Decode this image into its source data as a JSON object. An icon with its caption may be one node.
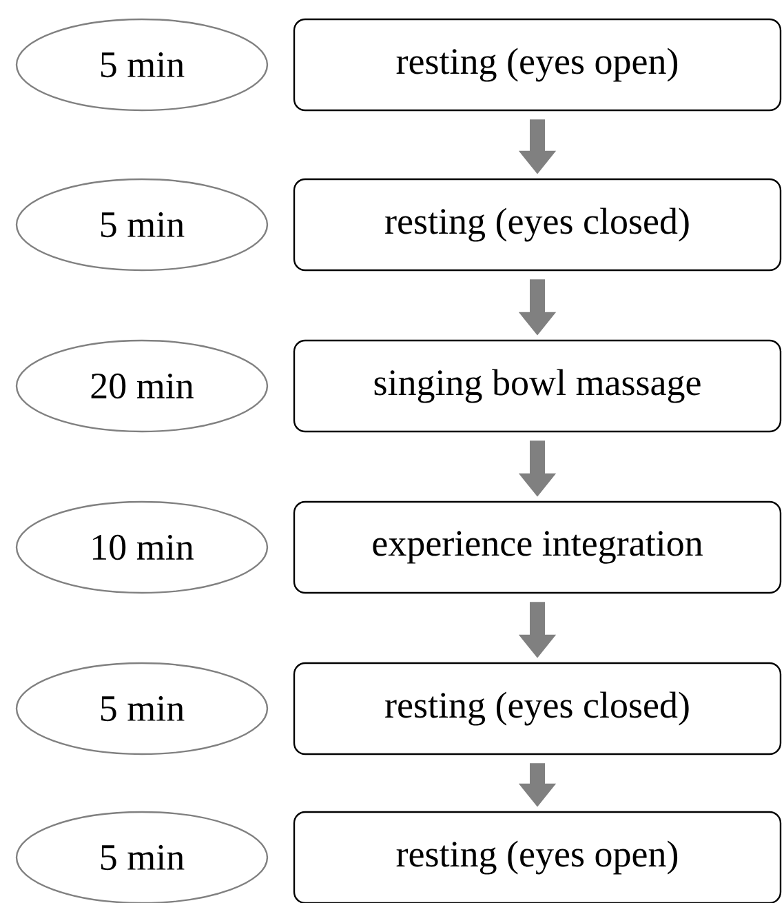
{
  "diagram": {
    "nodes": [
      {
        "text": [
          "5 min"
        ]
      },
      {
        "text": [
          "resting (eyes open)"
        ]
      },
      {
        "text": [
          "5 min"
        ]
      },
      {
        "text": [
          "resting (eyes closed)"
        ]
      },
      {
        "text": [
          "20 min"
        ]
      },
      {
        "text": [
          "singing bowl massage"
        ]
      },
      {
        "text": [
          "10 min"
        ]
      },
      {
        "text": [
          "experience integration"
        ]
      },
      {
        "text": [
          "5 min"
        ]
      },
      {
        "text": [
          "resting (eyes closed)"
        ]
      },
      {
        "text": [
          "5 min"
        ]
      },
      {
        "text": [
          "resting (eyes open)"
        ]
      }
    ],
    "edges": [
      {
        "from": 1,
        "to": 3,
        "arrow": "to"
      },
      {
        "from": 3,
        "to": 5,
        "arrow": "to"
      },
      {
        "from": 5,
        "to": 7,
        "arrow": "to"
      },
      {
        "from": 7,
        "to": 9,
        "arrow": "to"
      },
      {
        "from": 9,
        "to": 11,
        "arrow": "to"
      }
    ]
  }
}
